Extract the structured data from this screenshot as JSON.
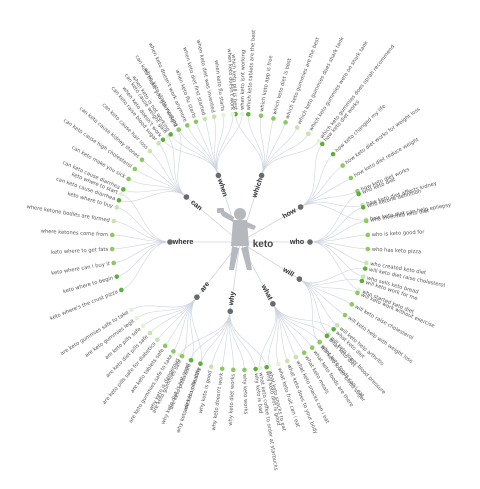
{
  "seed": "keto",
  "colors": {
    "link": "#cdd4e0",
    "hub_node": "#6a6a6a",
    "dark_green": "#5fae3e",
    "mid_green": "#8cc863",
    "light_green": "#c6e4ad",
    "pale_green": "#e4f2d9",
    "figure": "#b5b8bd"
  },
  "icons": {
    "center": "man-with-binoculars-icon"
  },
  "branches": [
    {
      "label": "which",
      "items": [
        "which keto pill is best",
        "which keto tablets are the best",
        "which keto app is free",
        "which keto diet is best",
        "which keto gummies are the best",
        "which keto gummies does shark tank",
        "which keto gummies were on shark tank",
        "which keto gummies does oprah recommend"
      ]
    },
    {
      "label": "how",
      "items": [
        "how keto diet works",
        "how keto changed my life",
        "how keto diet works for weight loss",
        "how keto diet reduce weight",
        "how keto diet works",
        "how keto diet affects kidney",
        "how keto diet can help epilepsy"
      ]
    },
    {
      "label": "who",
      "items": [
        "who keto diet",
        "who ketone definition",
        "who invented keto diet",
        "who is keto good for",
        "who has keto pizza",
        "who created keto diet",
        "who sells keto bread",
        "who started keto diet"
      ]
    },
    {
      "label": "will",
      "items": [
        "will keto diet raise cholesterol",
        "will keto work for me",
        "will keto work without exercise",
        "will keto raise cholesterol",
        "will keto help with weight loss",
        "will keto help arthritis",
        "will keto lower blood pressure",
        "will keto lower blood sugar"
      ]
    },
    {
      "label": "what",
      "items": [
        "what keto diet",
        "what keto diet",
        "what keto foods can i eat",
        "what keto foods are there",
        "what keto meals",
        "what keto snacks can i eat",
        "what keto does to your body",
        "what keto fruit can i eat",
        "what keto snacks to eat",
        "what keto coffee to order at starbucks"
      ]
    },
    {
      "label": "why",
      "items": [
        "why keto diet is good",
        "why keto is bad",
        "why keto works",
        "why keto diet works",
        "why keto doesn't work",
        "why keto is good",
        "why keto diet is unhealthy",
        "why keto diet is not good",
        "why keto is dangerous"
      ]
    },
    {
      "label": "are",
      "items": [
        "are keto pills safe",
        "are keto pizza safe",
        "are keto gummies safe",
        "are keto gummies safe to take",
        "are keto tablets safe",
        "are keto pills safe for diabetics",
        "are keto diet pills safe",
        "are keto pills safe",
        "are keto gummies legit",
        "are keto gummies safe to take"
      ]
    },
    {
      "label": "where",
      "items": [
        "keto where's the crust pizza",
        "keto where to begin",
        "keto where can i buy it",
        "keto where to get fats",
        "where ketones come from",
        "where ketone bodies are formed",
        "keto where to buy",
        "keto where to start"
      ]
    },
    {
      "label": "can",
      "items": [
        "can keto cause diarrhea",
        "can keto cause diarrhea",
        "can keto make you sick",
        "can keto cause high cholesterol",
        "can keto cause kidney stones",
        "can keto cause hair loss",
        "can keto raise blood sugar",
        "can keto cause weight gain",
        "can keto make you gain weight"
      ]
    },
    {
      "label": "when",
      "items": [
        "when keto doesn't work",
        "when keto is not working",
        "when keto starts working",
        "when keto doesn't work anymore",
        "when keto flu starts",
        "when keto diet first started",
        "when keto diet was invented",
        "when keto flu starts",
        "when keto doesn't work",
        "when keto isnt working"
      ]
    }
  ]
}
